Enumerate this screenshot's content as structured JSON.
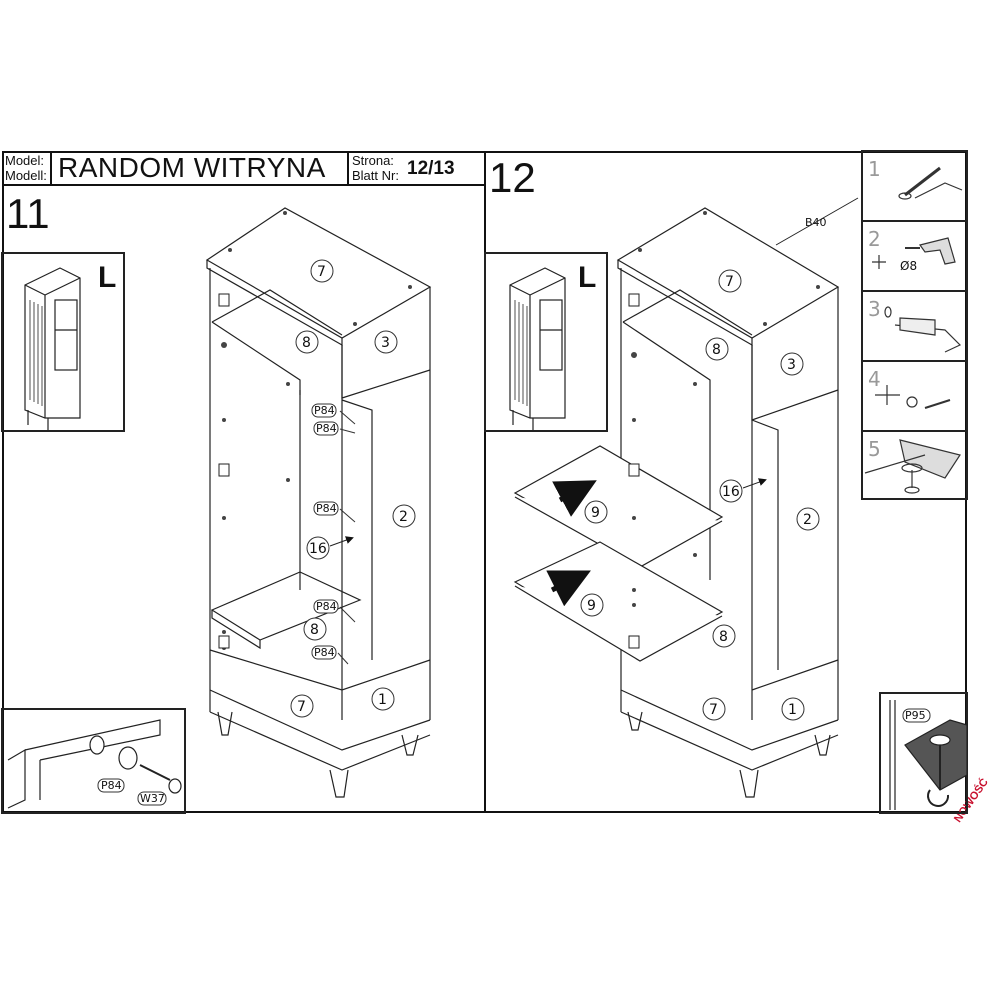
{
  "header": {
    "model_label_1": "Model:",
    "model_label_2": "Modell:",
    "model_name": "RANDOM WITRYNA",
    "page_label_1": "Strona:",
    "page_label_2": "Blatt Nr:",
    "page_number": "12/13"
  },
  "step11": {
    "number": "11",
    "variant": "L",
    "callouts": [
      "7",
      "8",
      "3",
      "2",
      "16",
      "8",
      "7",
      "1"
    ],
    "hardware": [
      "P84",
      "P84",
      "P84",
      "P84",
      "P84"
    ],
    "detail_labels": [
      "P84",
      "W37"
    ]
  },
  "step12": {
    "number": "12",
    "variant": "L",
    "callouts": [
      "7",
      "8",
      "3",
      "16",
      "9",
      "2",
      "9",
      "8",
      "7",
      "1"
    ],
    "hardware": [
      "B40"
    ],
    "detail_labels": [
      "P95"
    ],
    "sidebar": [
      {
        "num": "1",
        "label": ""
      },
      {
        "num": "2",
        "label": "Ø8"
      },
      {
        "num": "3",
        "label": ""
      },
      {
        "num": "4",
        "label": ""
      },
      {
        "num": "5",
        "label": ""
      }
    ]
  },
  "stamp": "NOWOŚĆ"
}
